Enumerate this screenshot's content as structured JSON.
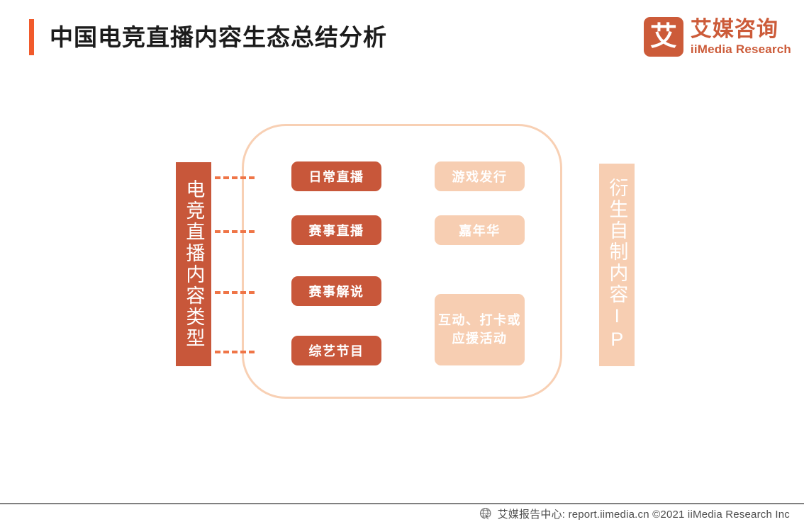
{
  "header": {
    "title": "中国电竞直播内容生态总结分析",
    "accent_color": "#F15A2B",
    "logo": {
      "mark": "艾",
      "name_cn": "艾媒咨询",
      "name_en": "iiMedia Research",
      "color": "#CC5B39"
    }
  },
  "diagram": {
    "type": "category-breakdown",
    "colors": {
      "primary": "#C8573A",
      "secondary": "#F7CEB2",
      "connector": "#EF7547",
      "container_border": "#F8D0B4"
    },
    "side_labels": {
      "left": {
        "text": "电竞直播内容类型",
        "style": "primary",
        "icon": "vertical-label"
      },
      "right": {
        "text": "衍生自制内容IP",
        "style": "secondary",
        "icon": "vertical-label"
      }
    },
    "connectors": [
      {
        "name": "connector-1"
      },
      {
        "name": "connector-2"
      },
      {
        "name": "connector-3"
      },
      {
        "name": "connector-4"
      }
    ],
    "columns": [
      {
        "name": "content-type-column",
        "style": "primary",
        "nodes": [
          {
            "name": "daily-live",
            "label": "日常直播"
          },
          {
            "name": "match-live",
            "label": "赛事直播"
          },
          {
            "name": "match-comment",
            "label": "赛事解说"
          },
          {
            "name": "variety-show",
            "label": "综艺节目"
          }
        ]
      },
      {
        "name": "derivative-ip-column",
        "style": "secondary",
        "nodes": [
          {
            "name": "game-publish",
            "label": "游戏发行"
          },
          {
            "name": "carnival",
            "label": "嘉年华"
          },
          {
            "name": "interaction",
            "label": "互动、打卡或应援活动"
          }
        ]
      }
    ]
  },
  "footer": {
    "icon": "globe-cursor-icon",
    "text": "艾媒报告中心: report.iimedia.cn ©2021  iiMedia Research  Inc"
  }
}
